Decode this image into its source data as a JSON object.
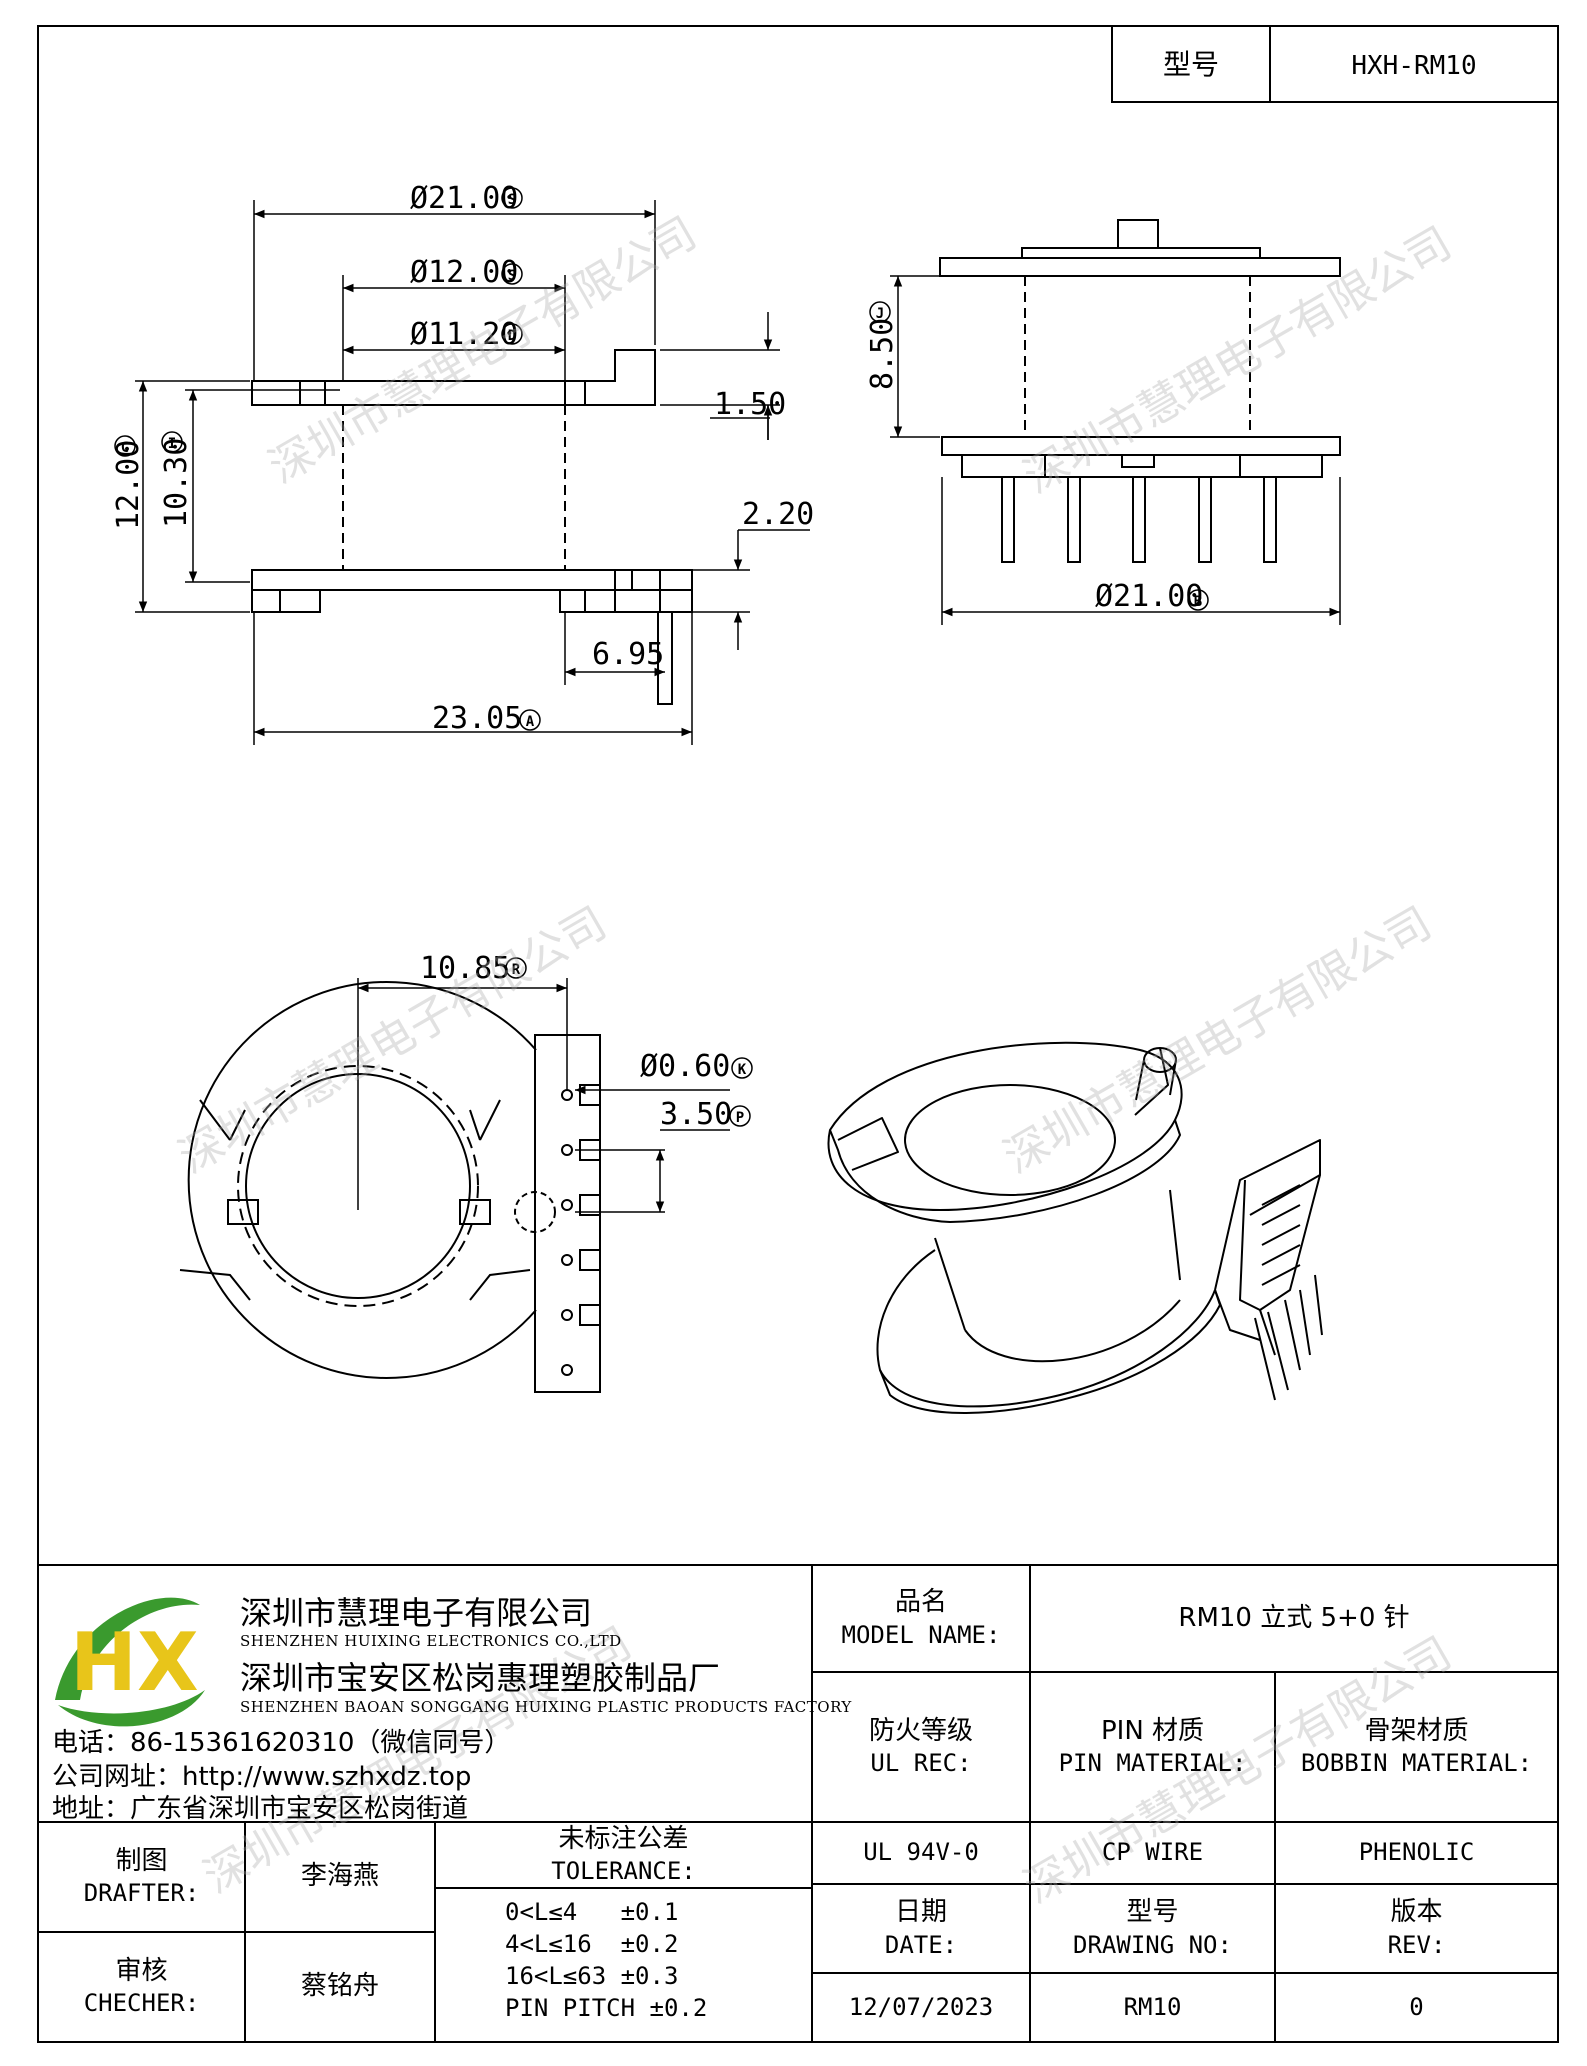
{
  "title_block_top": {
    "model_label": "型号",
    "model_value": "HXH-RM10"
  },
  "dimensions": {
    "top_outer_dia": "Ø21.00",
    "top_outer_dia_tag": "S",
    "core_outer_dia": "Ø12.00",
    "core_outer_dia_tag": "S",
    "core_inner_dia": "Ø11.20",
    "core_inner_dia_tag": "D",
    "flange_thickness": "1.50",
    "overall_height": "12.00",
    "overall_height_tag": "C",
    "inner_height": "10.30",
    "inner_height_tag": "I",
    "base_thickness": "2.20",
    "pin_offset": "6.95",
    "overall_width": "23.05",
    "overall_width_tag": "A",
    "side_height": "8.50",
    "side_height_tag": "J",
    "base_dia": "Ø21.00",
    "base_dia_tag": "B",
    "pin_row_offset": "10.85",
    "pin_row_offset_tag": "R",
    "pin_dia": "Ø0.60",
    "pin_dia_tag": "K",
    "pin_pitch": "3.50",
    "pin_pitch_tag": "P"
  },
  "watermark": "深圳市慧理电子有限公司",
  "company": {
    "name_cn_1": "深圳市慧理电子有限公司",
    "name_en_1": "SHENZHEN HUIXING ELECTRONICS CO.,LTD",
    "name_cn_2": "深圳市宝安区松岗惠理塑胶制品厂",
    "name_en_2": "SHENZHEN BAOAN SONGGANG HUIXING PLASTIC PRODUCTS FACTORY",
    "phone": "电话：86-15361620310（微信同号）",
    "website": "公司网址：http://www.szhxdz.top",
    "address": "地址：广东省深圳市宝安区松岗街道",
    "logo_letters": "HX"
  },
  "title_block": {
    "model_name_cn": "品名",
    "model_name_en": "MODEL NAME:",
    "model_name_value": "RM10 立式 5+0 针",
    "ul_rec_cn": "防火等级",
    "ul_rec_en": "UL REC:",
    "pin_material_cn": "PIN 材质",
    "pin_material_en": "PIN MATERIAL:",
    "bobbin_material_cn": "骨架材质",
    "bobbin_material_en": "BOBBIN MATERIAL:",
    "ul_value": "UL 94V-0",
    "pin_value": "CP WIRE",
    "bobbin_value": "PHENOLIC",
    "drafter_cn": "制图",
    "drafter_en": "DRAFTER:",
    "drafter_name": "李海燕",
    "checker_cn": "审核",
    "checker_en": "CHECHER:",
    "checker_name": "蔡铭舟",
    "tolerance_cn": "未标注公差",
    "tolerance_en": "TOLERANCE:",
    "tolerance_lines": [
      "0<L≤4   ±0.1",
      "4<L≤16  ±0.2",
      "16<L≤63 ±0.3",
      "PIN PITCH ±0.2"
    ],
    "date_cn": "日期",
    "date_en": "DATE:",
    "drawing_no_cn": "型号",
    "drawing_no_en": "DRAWING NO:",
    "rev_cn": "版本",
    "rev_en": "REV:",
    "date_value": "12/07/2023",
    "drawing_no_value": "RM10",
    "rev_value": "0"
  },
  "colors": {
    "logo_green": "#3a9a2e",
    "logo_yellow": "#e8c51a",
    "line": "#000000"
  }
}
